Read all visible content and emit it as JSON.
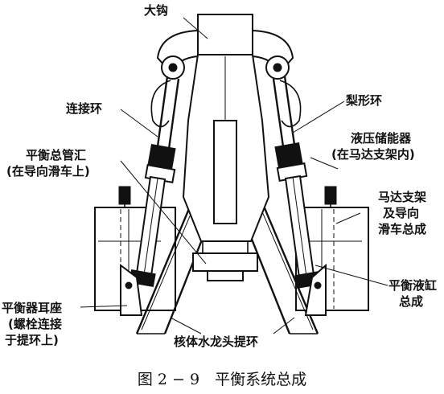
{
  "labels": {
    "hook": "大钩",
    "link_ring": "连接环",
    "pear_ring": "梨形环",
    "manifold_l1": "平衡总管汇",
    "manifold_l2": "(在导向滑车上)",
    "accumulator_l1": "液压储能器",
    "accumulator_l2": "(在马达支架内)",
    "motor_l1": "马达支架",
    "motor_l2": "及导向",
    "motor_l3": "滑车总成",
    "cylinder_l1": "平衡液缸",
    "cylinder_l2": "总成",
    "ear_l1": "平衡器耳座",
    "ear_l2": "(螺栓连接",
    "ear_l3": "于提环上)",
    "bail": "核体水龙头提环"
  },
  "caption": "图 2 − 9　平衡系统总成"
}
